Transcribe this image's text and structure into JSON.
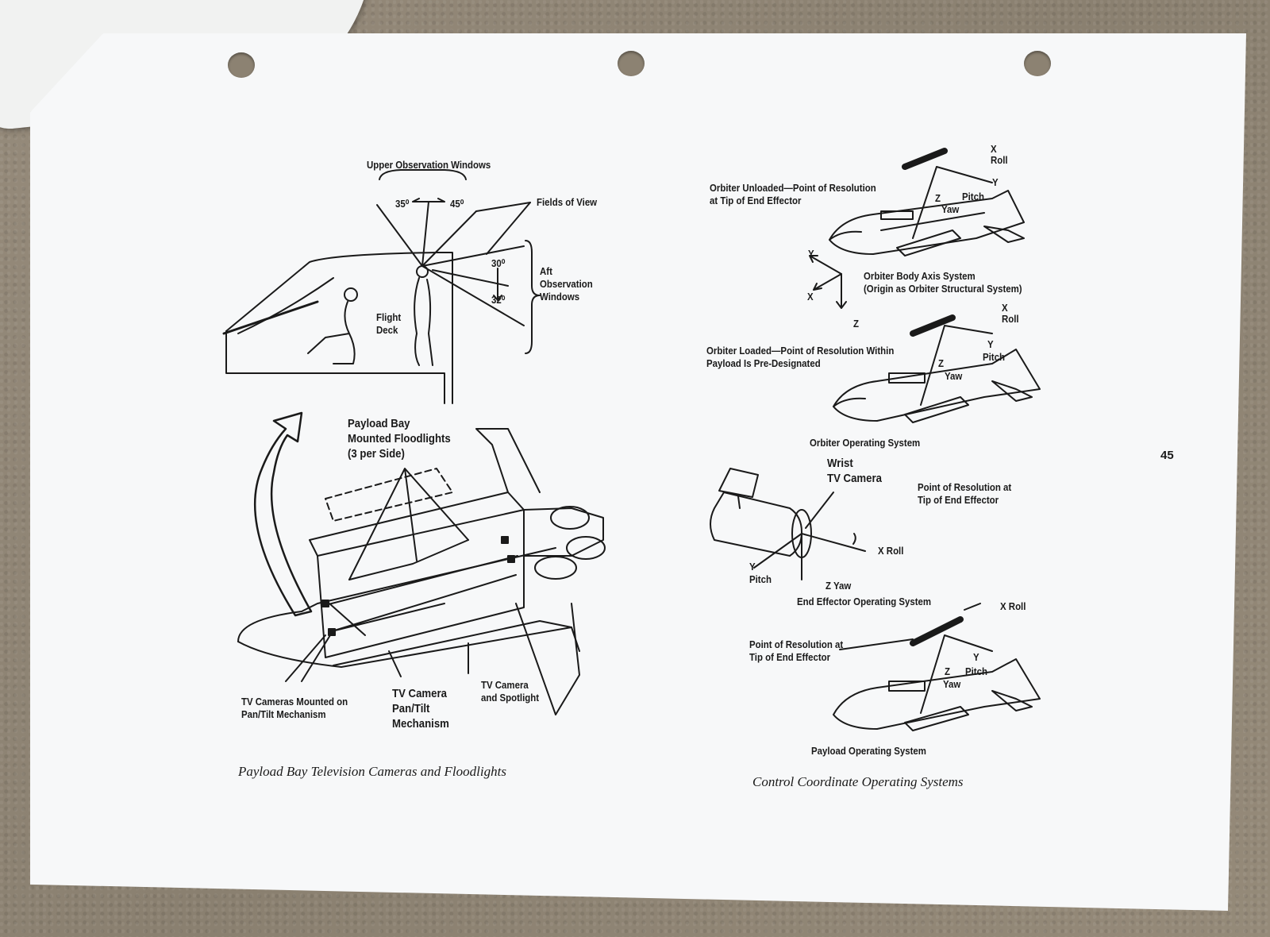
{
  "page_number": "45",
  "left_panel": {
    "caption": "Payload Bay Television Cameras and Floodlights",
    "labels": {
      "upper_windows": "Upper Observation Windows",
      "fields_of_view": "Fields of View",
      "angle_35": "35⁰",
      "angle_45": "45⁰",
      "angle_30": "30⁰",
      "angle_32": "32⁰",
      "aft_windows": "Aft\nObservation\nWindows",
      "flight_deck": "Flight\nDeck",
      "floodlights": "Payload Bay\nMounted Floodlights\n(3 per Side)",
      "tv_cameras_pan_tilt": "TV Cameras Mounted on\nPan/Tilt Mechanism",
      "tv_camera_mechanism": "TV Camera\nPan/Tilt\nMechanism",
      "tv_camera_spotlight": "TV Camera\nand Spotlight"
    }
  },
  "right_panel": {
    "caption": "Control Coordinate Operating Systems",
    "labels": {
      "orbiter_unloaded": "Orbiter Unloaded—Point of Resolution\nat Tip of End Effector",
      "body_axis": "Orbiter Body Axis System\n(Origin as Orbiter Structural System)",
      "orbiter_loaded": "Orbiter Loaded—Point of Resolution Within\nPayload Is Pre-Designated",
      "orbiter_operating_system": "Orbiter Operating System",
      "wrist_camera": "Wrist\nTV Camera",
      "point_resolution_tip": "Point of Resolution at\nTip of End Effector",
      "x_roll": "X Roll",
      "y_pitch": "Y\nPitch",
      "z_yaw": "Z Yaw",
      "end_effector_system": "End Effector Operating System",
      "point_resolution_tip2": "Point of Resolution at\nTip of End Effector",
      "x_roll2": "X Roll",
      "payload_operating_system": "Payload Operating System",
      "axis_x": "X",
      "axis_y": "Y",
      "axis_z": "Z",
      "roll": "Roll",
      "pitch": "Pitch",
      "yaw": "Yaw",
      "x1": "X",
      "y1": "Y",
      "z1": "Z",
      "x2": "X",
      "y2": "Y",
      "z2": "Z",
      "y3": "Y",
      "z3": "Z"
    }
  }
}
